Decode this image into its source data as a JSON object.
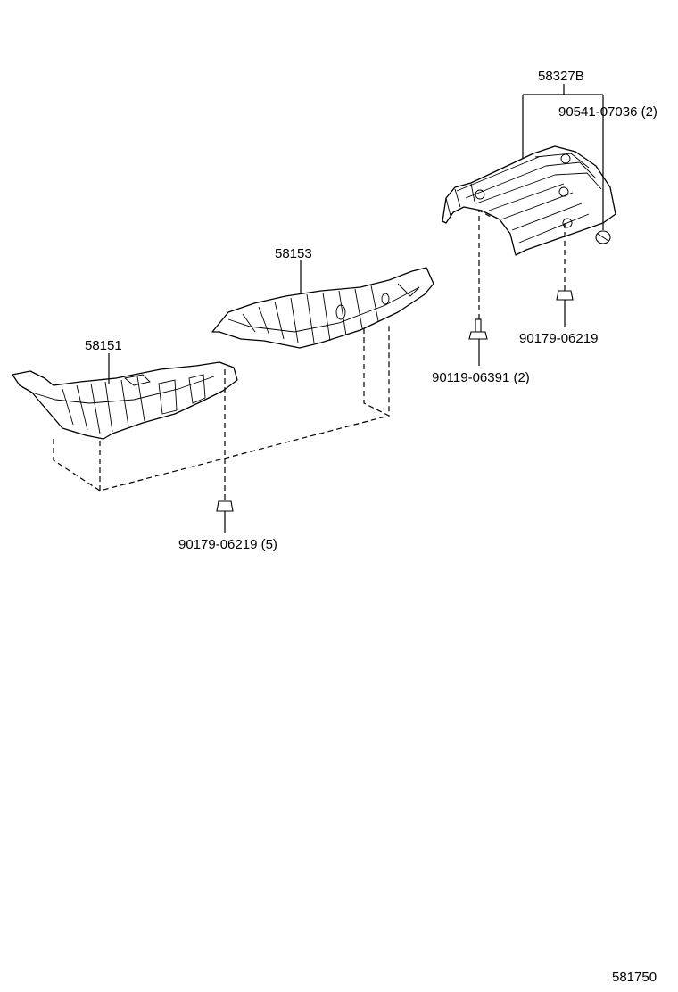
{
  "callouts": {
    "shield_58327B": "58327B",
    "nut_90541": "90541-07036 (2)",
    "bolt_90119": "90119-06391 (2)",
    "nut_90179_right": "90179-06219",
    "shield_58153": "58153",
    "shield_58151": "58151",
    "nut_90179_bottom": "90179-06219 (5)"
  },
  "illustration_number": "581750"
}
